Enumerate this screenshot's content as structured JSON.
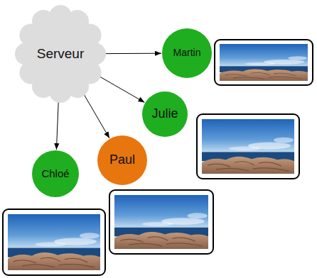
{
  "diagram": {
    "nodes": [
      {
        "text": [
          "Serveur"
        ]
      },
      {
        "text": [
          "Martin"
        ]
      },
      {
        "text": [
          "Julie"
        ]
      },
      {
        "text": [
          "Paul"
        ]
      },
      {
        "text": [
          "Chloé"
        ]
      }
    ],
    "edges": [
      {
        "from": 0,
        "to": 1,
        "arrow": "to"
      },
      {
        "from": 0,
        "to": 2,
        "arrow": "to"
      },
      {
        "from": 0,
        "to": 3,
        "arrow": "to"
      },
      {
        "from": 0,
        "to": 4,
        "arrow": "to"
      }
    ]
  }
}
